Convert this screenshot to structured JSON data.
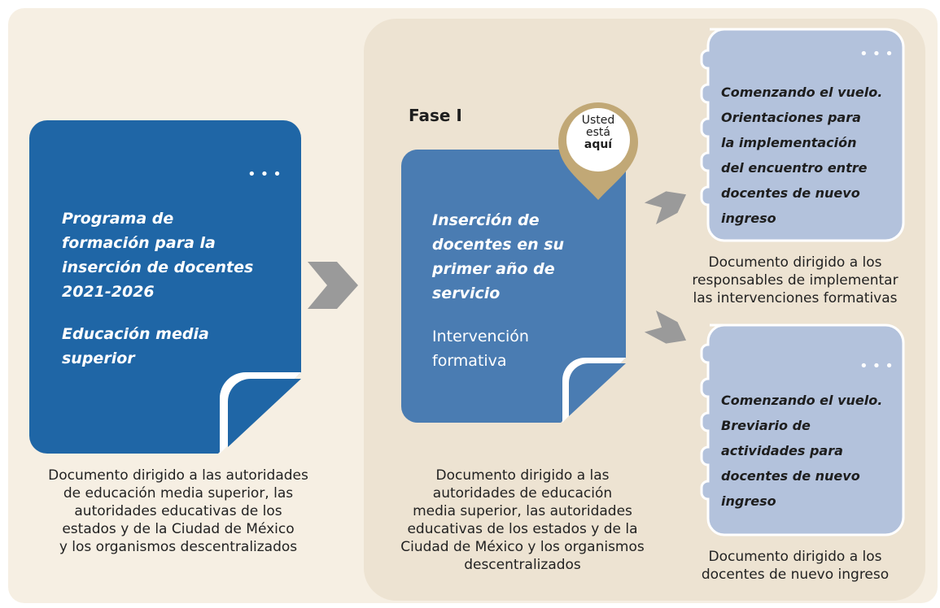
{
  "program_doc": {
    "title_lines": [
      "Programa de",
      "formación para la",
      "inserción de docentes",
      "2021-2026"
    ],
    "subtitle_lines": [
      "Educación media",
      "superior"
    ],
    "dots": "•••",
    "caption_lines": [
      "Documento dirigido a las autoridades",
      "de educación media superior, las",
      "autoridades educativas de los",
      "estados y de la Ciudad de México",
      "y los organismos descentralizados"
    ]
  },
  "phase": {
    "label": "Fase I",
    "pin": {
      "line1": "Usted",
      "line2": "está",
      "line3": "aquí"
    },
    "doc": {
      "title_lines": [
        "Inserción de",
        "docentes en su",
        "primer año de",
        "servicio"
      ],
      "type_lines": [
        "Intervención",
        "formativa"
      ]
    },
    "caption_lines": [
      "Documento dirigido a las",
      "autoridades de educación",
      "media superior, las autoridades",
      "educativas de los estados y de la",
      "Ciudad de México y los organismos",
      "descentralizados"
    ]
  },
  "guide_doc": {
    "dots": "•••",
    "title_lines": [
      "Comenzando el vuelo.",
      "Orientaciones para",
      "la implementación",
      "del encuentro entre",
      "docentes de nuevo",
      "ingreso"
    ],
    "caption_lines": [
      "Documento dirigido a los",
      "responsables de implementar",
      "las intervenciones formativas"
    ]
  },
  "breviary_doc": {
    "dots": "•••",
    "title_lines": [
      "Comenzando el vuelo.",
      "Breviario de",
      "actividades para",
      "docentes de nuevo",
      "ingreso"
    ],
    "caption_lines": [
      "Documento dirigido a los",
      "docentes de nuevo ingreso"
    ]
  },
  "colors": {
    "outer_bg": "#f6efe3",
    "phase_bg": "#ede3d2",
    "program_blue": "#1f66a6",
    "phase_blue": "#4a7cb2",
    "light_blue": "#b3c2dc",
    "pin_gold": "#c1a876",
    "arrow_gray": "#9a9a9a"
  }
}
